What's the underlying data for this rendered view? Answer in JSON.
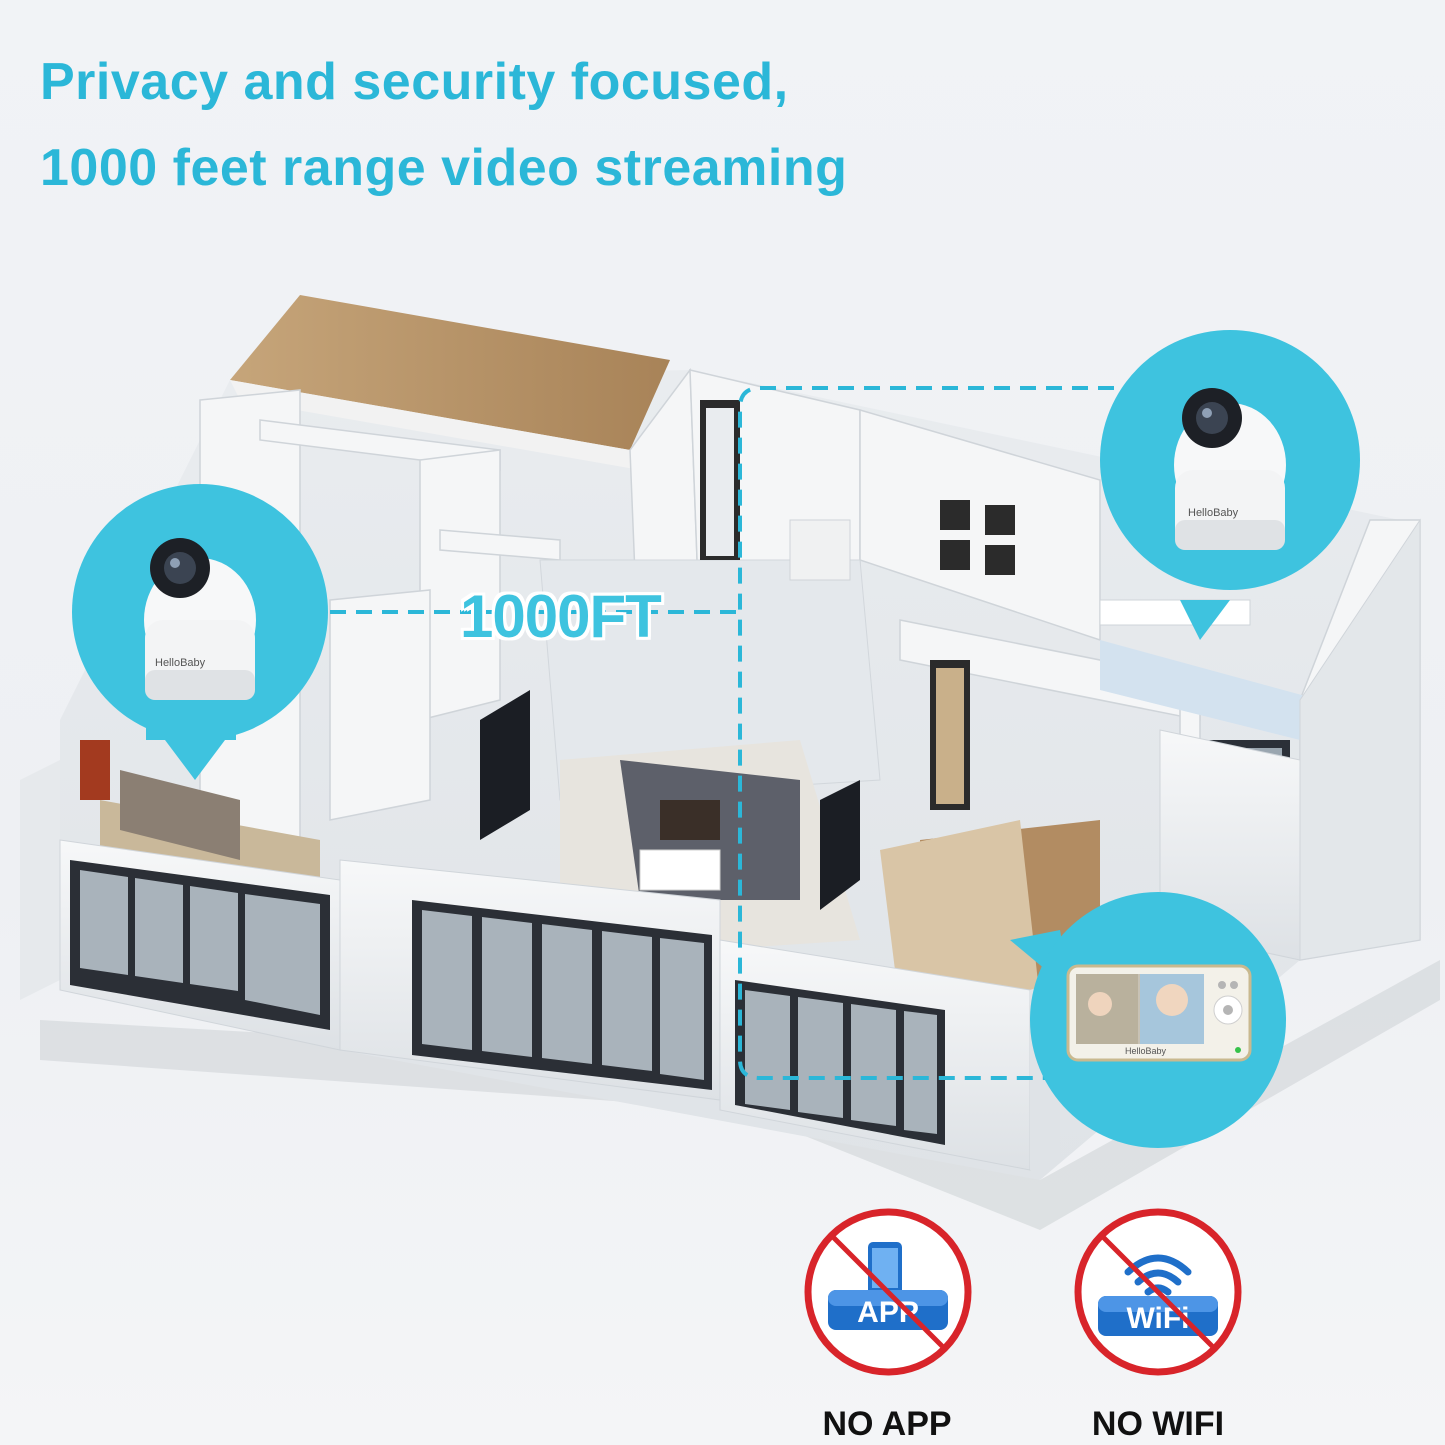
{
  "headline": {
    "line1": "Privacy and security focused,",
    "line2": "1000 feet range video streaming"
  },
  "range_label": "1000FT",
  "camera_left": {
    "brand": "HelloBaby",
    "icon": "baby-camera-icon"
  },
  "camera_right": {
    "brand": "HelloBaby",
    "icon": "baby-camera-icon"
  },
  "monitor": {
    "brand": "HelloBaby",
    "icon": "video-monitor-icon"
  },
  "badges": [
    {
      "pill_text": "APP",
      "caption": "NO APP",
      "icon": "smartphone-icon"
    },
    {
      "pill_text": "WiFi",
      "caption": "NO WIFI",
      "icon": "wifi-icon"
    }
  ],
  "colors": {
    "accent": "#3ec3df",
    "headline": "#2bb7d8",
    "prohibition_red": "#d8242a",
    "pill_blue": "#1f6fc9"
  }
}
